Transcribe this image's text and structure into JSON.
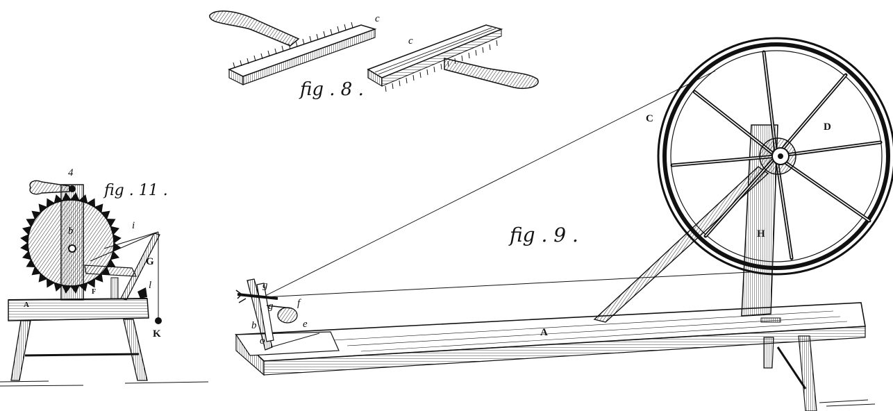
{
  "figures": {
    "fig8": {
      "caption": "fig . 8 .",
      "labels": {
        "c1": "c",
        "c2": "c"
      }
    },
    "fig9": {
      "caption": "fig . 9 .",
      "labels": {
        "C": "C",
        "D": "D",
        "H": "H",
        "A": "A",
        "g1": "g",
        "g2": "g",
        "f": "f",
        "e": "e",
        "b": "b",
        "o": "o"
      }
    },
    "fig11": {
      "caption": "fig . 11 .",
      "labels": {
        "n4": "4",
        "b": "b",
        "i": "i",
        "G": "G",
        "l": "l",
        "K": "K",
        "A": "A",
        "F": "F"
      }
    }
  },
  "colors": {
    "ink": "#111111",
    "paper": "#ffffff"
  }
}
